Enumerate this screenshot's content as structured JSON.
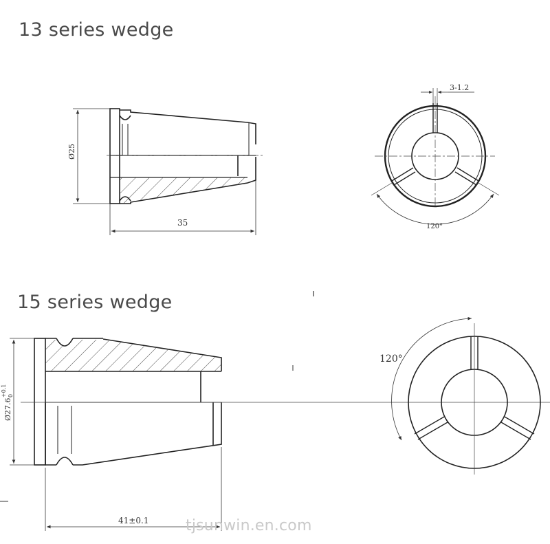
{
  "headings": {
    "series13": "13 series wedge",
    "series15": "15 series wedge"
  },
  "dimensions13": {
    "diameter": "Ø25",
    "length": "35",
    "slot": "3-1.2",
    "angle": "120°"
  },
  "dimensions15": {
    "diameter": "Ø27.6",
    "tol_upper": "+0.1",
    "tol_lower": "0",
    "length": "41±0.1",
    "angle": "120°"
  },
  "watermark": "tjsunwin.en.com",
  "colors": {
    "line": "#222222",
    "text": "#4a4a4a",
    "watermark": "#c9c9c9"
  }
}
